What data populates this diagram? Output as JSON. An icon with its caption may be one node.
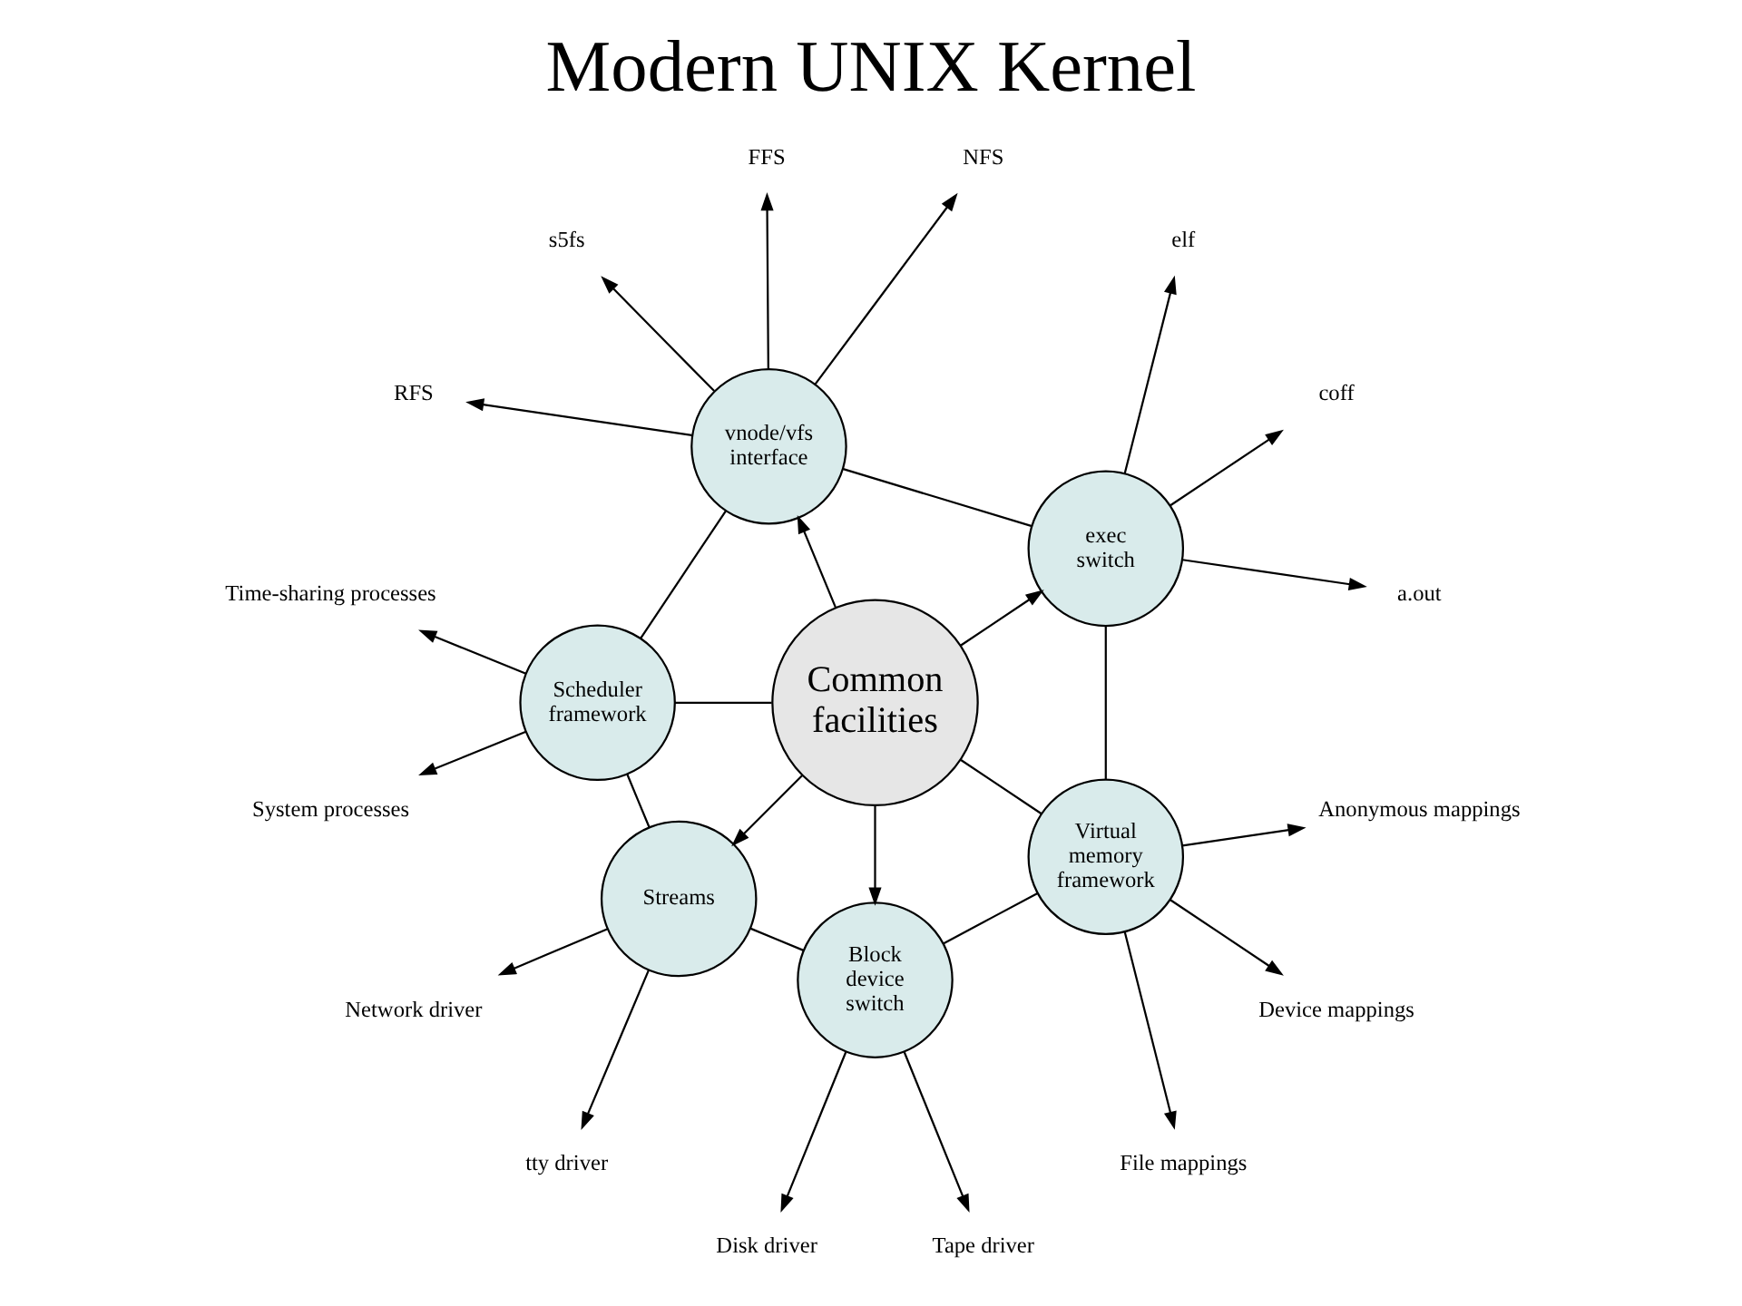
{
  "diagram": {
    "title": "Modern UNIX Kernel",
    "nodes": [
      {
        "text": [
          "Common facilities"
        ]
      },
      {
        "text": [
          "exec switch"
        ]
      },
      {
        "text": [
          "a.out"
        ]
      },
      {
        "text": [
          "coff"
        ]
      },
      {
        "text": [
          "elf"
        ]
      },
      {
        "text": [
          "vnode/vfs interface"
        ]
      },
      {
        "text": [
          "NFS"
        ]
      },
      {
        "text": [
          "FFS"
        ]
      },
      {
        "text": [
          "s5fs"
        ]
      },
      {
        "text": [
          "RFS"
        ]
      },
      {
        "text": [
          "Scheduler framework"
        ]
      },
      {
        "text": [
          "Time-sharing processes"
        ]
      },
      {
        "text": [
          "System processes"
        ]
      },
      {
        "text": [
          "Streams"
        ]
      },
      {
        "text": [
          "Network driver"
        ]
      },
      {
        "text": [
          "tty driver"
        ]
      },
      {
        "text": [
          "Block device switch"
        ]
      },
      {
        "text": [
          "Disk driver"
        ]
      },
      {
        "text": [
          "Tape driver"
        ]
      },
      {
        "text": [
          "Virtual memory framework"
        ]
      },
      {
        "text": [
          "File mappings"
        ]
      },
      {
        "text": [
          "Device mappings"
        ]
      },
      {
        "text": [
          "Anonymous mappings"
        ]
      }
    ],
    "edges": [
      {
        "from": 0,
        "to": 1,
        "arrow": "to"
      },
      {
        "from": 0,
        "to": 5,
        "arrow": "to"
      },
      {
        "from": 0,
        "to": 10,
        "arrow": "none"
      },
      {
        "from": 0,
        "to": 13,
        "arrow": "to"
      },
      {
        "from": 0,
        "to": 16,
        "arrow": "to"
      },
      {
        "from": 0,
        "to": 19,
        "arrow": "none"
      },
      {
        "from": 1,
        "to": 2,
        "arrow": "to"
      },
      {
        "from": 1,
        "to": 3,
        "arrow": "to"
      },
      {
        "from": 1,
        "to": 4,
        "arrow": "to"
      },
      {
        "from": 5,
        "to": 6,
        "arrow": "to"
      },
      {
        "from": 5,
        "to": 7,
        "arrow": "to"
      },
      {
        "from": 5,
        "to": 8,
        "arrow": "to"
      },
      {
        "from": 5,
        "to": 9,
        "arrow": "to"
      },
      {
        "from": 10,
        "to": 11,
        "arrow": "to"
      },
      {
        "from": 10,
        "to": 12,
        "arrow": "to"
      },
      {
        "from": 13,
        "to": 14,
        "arrow": "to"
      },
      {
        "from": 13,
        "to": 15,
        "arrow": "to"
      },
      {
        "from": 16,
        "to": 17,
        "arrow": "to"
      },
      {
        "from": 16,
        "to": 18,
        "arrow": "to"
      },
      {
        "from": 19,
        "to": 20,
        "arrow": "to"
      },
      {
        "from": 19,
        "to": 21,
        "arrow": "to"
      },
      {
        "from": 19,
        "to": 22,
        "arrow": "to"
      },
      {
        "from": 1,
        "to": 5,
        "arrow": "none"
      },
      {
        "from": 5,
        "to": 10,
        "arrow": "none"
      },
      {
        "from": 10,
        "to": 13,
        "arrow": "none"
      },
      {
        "from": 13,
        "to": 16,
        "arrow": "none"
      },
      {
        "from": 16,
        "to": 19,
        "arrow": "none"
      },
      {
        "from": 19,
        "to": 1,
        "arrow": "none"
      }
    ]
  }
}
